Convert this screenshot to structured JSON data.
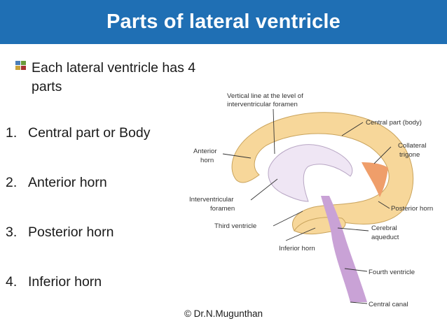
{
  "slide": {
    "title": "Parts of lateral ventricle",
    "bullet_text": "Each lateral ventricle has 4 parts",
    "parts": [
      {
        "number": "1.",
        "label": "Central part or Body"
      },
      {
        "number": "2.",
        "label": "Anterior horn"
      },
      {
        "number": "3.",
        "label": "Posterior horn"
      },
      {
        "number": "4.",
        "label": "Inferior horn"
      }
    ],
    "copyright": "© Dr.N.Mugunthan"
  },
  "diagram": {
    "labels": {
      "vertical_line_1": "Vertical line at the level of",
      "vertical_line_2": "interventricular foramen",
      "central_part": "Central part (body)",
      "anterior_horn_1": "Anterior",
      "anterior_horn_2": "horn",
      "collateral_1": "Collateral",
      "collateral_2": "trigone",
      "interventricular_1": "Interventricular",
      "interventricular_2": "foramen",
      "posterior_horn": "Posterior horn",
      "third_ventricle": "Third ventricle",
      "cerebral_aqueduct_1": "Cerebral",
      "cerebral_aqueduct_2": "aqueduct",
      "inferior_horn": "Inferior horn",
      "fourth_ventricle": "Fourth ventricle",
      "central_canal": "Central canal"
    },
    "colors": {
      "ventricle_fill": "#f7d79a",
      "ventricle_stroke": "#c9a35c",
      "third_ventricle_fill": "#efe6f4",
      "brainstem_fill": "#c9a2d6",
      "trigone_fill": "#ef9e6a",
      "leader_line": "#333333"
    }
  },
  "theme": {
    "title_bar_color": "#1f6fb4"
  }
}
